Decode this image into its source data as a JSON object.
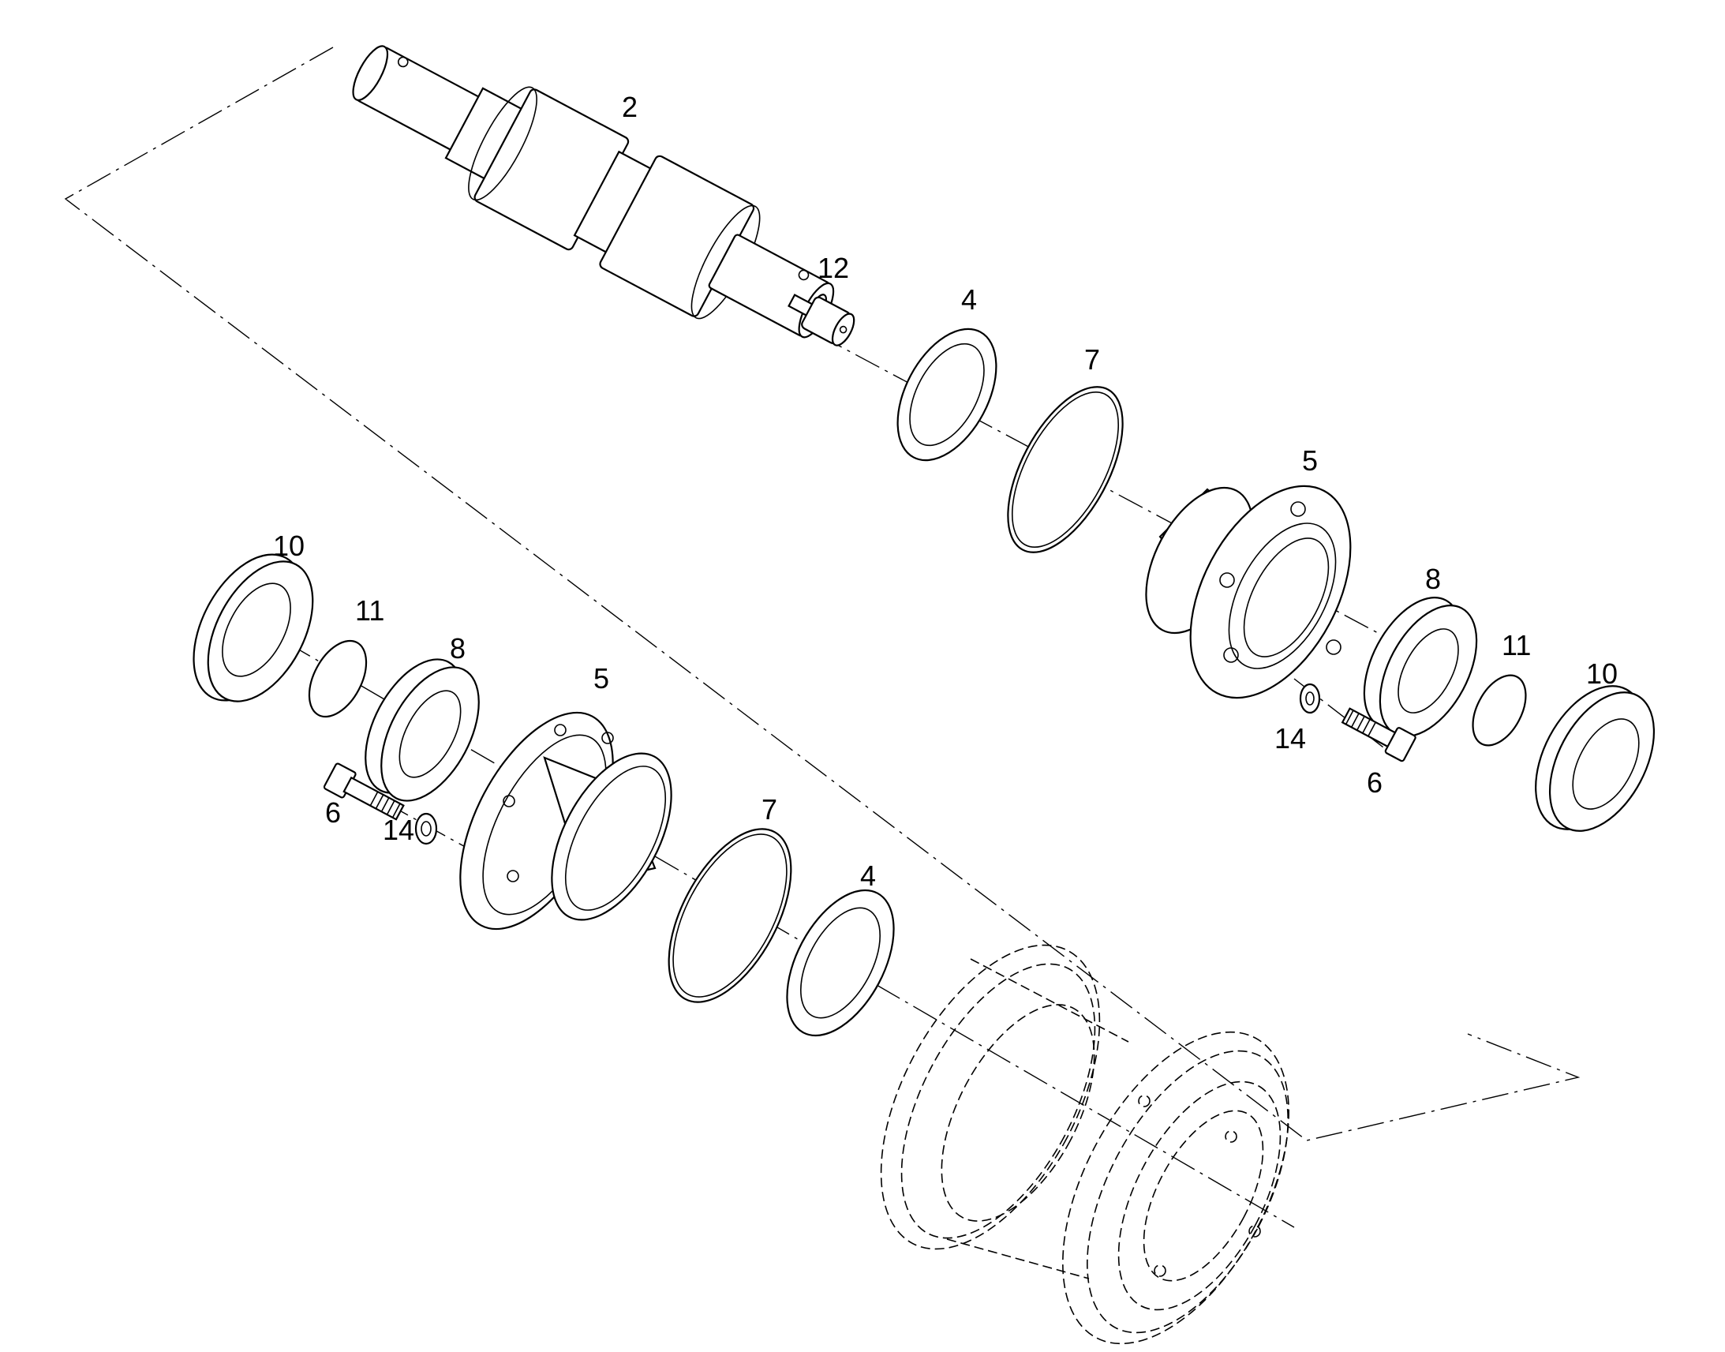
{
  "callouts": [
    {
      "label": "2",
      "part": "shaft"
    },
    {
      "label": "12",
      "part": "plug"
    },
    {
      "label": "4",
      "part": "thrust-washer-upper"
    },
    {
      "label": "7",
      "part": "o-ring-upper"
    },
    {
      "label": "5",
      "part": "hub-right"
    },
    {
      "label": "8",
      "part": "bearing-right"
    },
    {
      "label": "11",
      "part": "snap-ring-right"
    },
    {
      "label": "10",
      "part": "seal-right"
    },
    {
      "label": "14",
      "part": "washer-right"
    },
    {
      "label": "6",
      "part": "bolt-right"
    },
    {
      "label": "10",
      "part": "seal-left"
    },
    {
      "label": "11",
      "part": "snap-ring-left"
    },
    {
      "label": "8",
      "part": "bearing-left"
    },
    {
      "label": "5",
      "part": "hub-left"
    },
    {
      "label": "6",
      "part": "bolt-left"
    },
    {
      "label": "14",
      "part": "washer-left"
    },
    {
      "label": "7",
      "part": "o-ring-lower"
    },
    {
      "label": "4",
      "part": "thrust-washer-lower"
    }
  ],
  "colors": {
    "line": "#000000",
    "background": "#ffffff"
  }
}
